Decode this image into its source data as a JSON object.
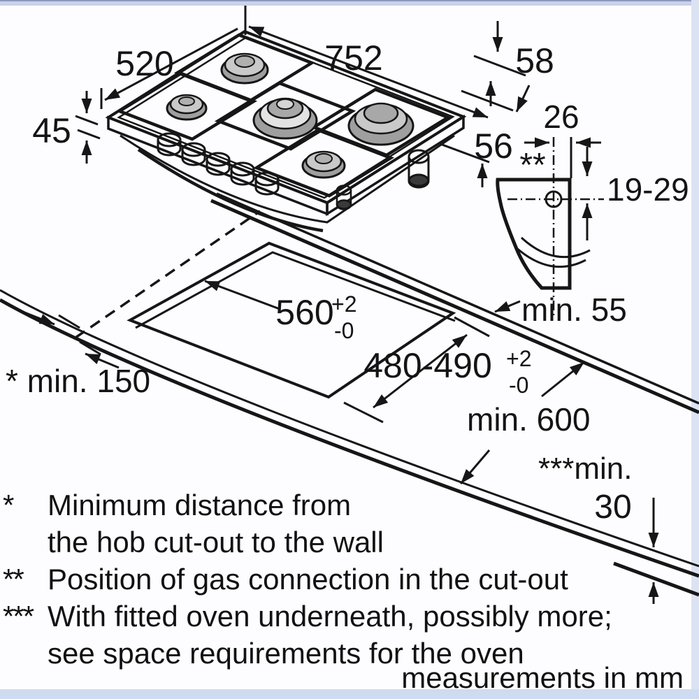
{
  "hob": {
    "width": "752",
    "depth": "520",
    "height_above": "45",
    "top_offset": "58",
    "body_depth": "56"
  },
  "gas_detail": {
    "side_offset": "26",
    "marker": "**",
    "vertical_offset": "19-29"
  },
  "cutout": {
    "width": "560",
    "width_tol_plus": "+2",
    "width_tol_minus": "-0",
    "depth": "480-490",
    "depth_tol_plus": "+2",
    "depth_tol_minus": "-0"
  },
  "clearances": {
    "wall": "* min. 150",
    "back": "min. 55",
    "front": "min. 600",
    "below_label": "***min.",
    "below_value": "30"
  },
  "footnotes": [
    {
      "marker": "*",
      "lines": [
        "Minimum distance from",
        "the hob cut-out to the wall"
      ]
    },
    {
      "marker": "**",
      "lines": [
        "Position of gas connection in the cut-out",
        ""
      ]
    },
    {
      "marker": "***",
      "lines": [
        "With fitted oven underneath, possibly more;",
        "see space requirements for the oven"
      ]
    }
  ],
  "units_note": "measurements in mm",
  "colors": {
    "line": "#161616",
    "burner_cap": "#9f9f9f",
    "frame_top": "#c9d2e8",
    "frame_side": "#dbe3f3"
  }
}
